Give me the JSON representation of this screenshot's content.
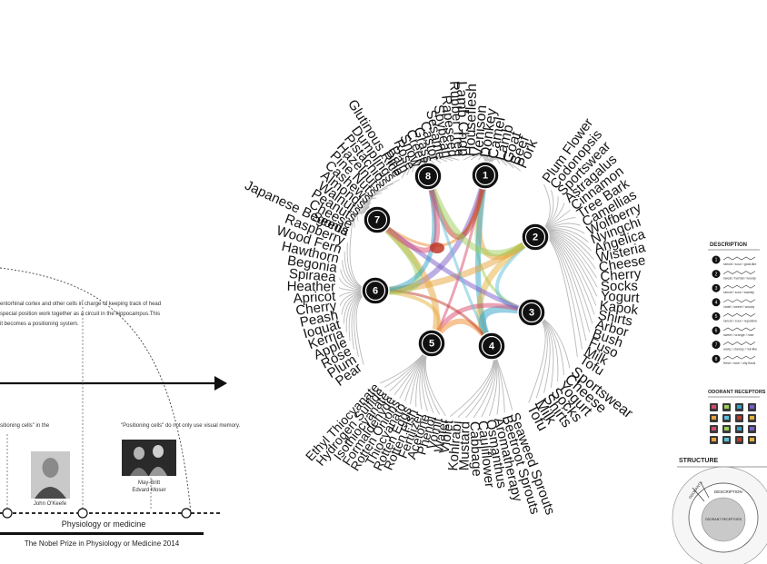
{
  "clusters": [
    {
      "id": "1",
      "labels": [
        "Lamb Chop",
        "Houseflesh",
        "Venison",
        "Donkey",
        "Camel",
        "Lamb",
        "Goat",
        "Beef",
        "Pork"
      ]
    },
    {
      "id": "2",
      "labels": [
        "Plum Flower",
        "Codonopsis",
        "Sportswear",
        "Astragalus",
        "Cinnamon",
        "Tree Bark",
        "Camellias",
        "Wolfberry",
        "Nyingchi",
        "Angelica",
        "Wisteria",
        "Cheese",
        "Cherry",
        "Socks",
        "Yogurt",
        "Kapok",
        "Shirts",
        "Arbor",
        "Bush",
        "Fuso",
        "Milk",
        "Tofu"
      ]
    },
    {
      "id": "3",
      "labels": [
        "Sportswear",
        "Cheese",
        "Yogurt",
        "Socks",
        "Shirts",
        "Milk",
        "Tofu"
      ]
    },
    {
      "id": "4",
      "labels": [
        "Seaweed Sprouts",
        "Beetroot Sprouts",
        "Aromatherapy",
        "Osmanthus",
        "Cauliflower",
        "Cabbage",
        "Mustard",
        "Kohlrabi",
        "Violet"
      ]
    },
    {
      "id": "5",
      "labels": [
        "Water",
        "Vomit",
        "Phenol",
        "Acetone",
        "Fertilizer",
        "Rotten Fish",
        "Rotten Eggs",
        "Thiocyanato",
        "Rotten Onions",
        "Formaldehyde",
        "Isothiocyanate",
        "Hydrogen Sulfide",
        "Ethyl Thiocyanate"
      ]
    },
    {
      "id": "6",
      "labels": [
        "Pear",
        "Plum",
        "Rose",
        "Apple",
        "Kerria",
        "Ioquat",
        "Peash",
        "Cherry",
        "Apricot",
        "Heather",
        "Spiraea",
        "Begonia",
        "Hawthorn",
        "Wood Fern",
        "Raspberry",
        "Japanese Begonia"
      ]
    },
    {
      "id": "7",
      "labels": [
        "Seeds",
        "Cheese",
        "Peanuts",
        "Walnuts",
        "Almonds",
        "Cashews",
        "Pine Nuts",
        "Hazelnuts",
        "Pistachios",
        "Dumplings",
        "Glutinous Rice"
      ]
    },
    {
      "id": "8",
      "labels": [
        "Pine",
        "Rain",
        "Rose",
        "Snow",
        "Creek",
        "Grass",
        "Castor",
        "Sesame",
        "Soybean",
        "Rapeseed",
        "Rubber Tree"
      ]
    }
  ],
  "legend": {
    "description_title": "DESCRIPTION",
    "items": [
      {
        "num": "1",
        "text": "rancid / sour / goat-like"
      },
      {
        "num": "2",
        "text": "sweat / herbal / woody"
      },
      {
        "num": "3",
        "text": "rancid / sour / sweaty"
      },
      {
        "num": "4",
        "text": "violet / sweet / woody"
      },
      {
        "num": "5",
        "text": "rancid / sour / repulsive"
      },
      {
        "num": "6",
        "text": "sweet / orange / rose"
      },
      {
        "num": "7",
        "text": "waxy / cheesy / nut-like"
      },
      {
        "num": "8",
        "text": "fresh / rose / oily floral"
      }
    ],
    "receptors_title": "ODORANT  RECEPTORS",
    "structure_title": "STRUCTURE",
    "structure_odorants": "ODORANTS",
    "structure_description": "DESCRIPTION",
    "structure_receptors": "ODORANT RECEPTORS"
  },
  "timeline": {
    "text_lines": [
      "entorhinal cortex and other cells in charge of keeping track of head",
      "special position work together as a circuit in the hippocampus.This",
      "it becomes a positioning system."
    ],
    "quote_left": "sitioning cells\" in the",
    "quote_right": "\"Positioning cells\" do not only use visual memory.",
    "person1": "John O'Keefe",
    "person2_line1": "May-Britt",
    "person2_line2": "Edvard Moser",
    "category": "Physiology or medicine",
    "footer": "The Nobel Prize in Physiology or Medicine 2014"
  }
}
